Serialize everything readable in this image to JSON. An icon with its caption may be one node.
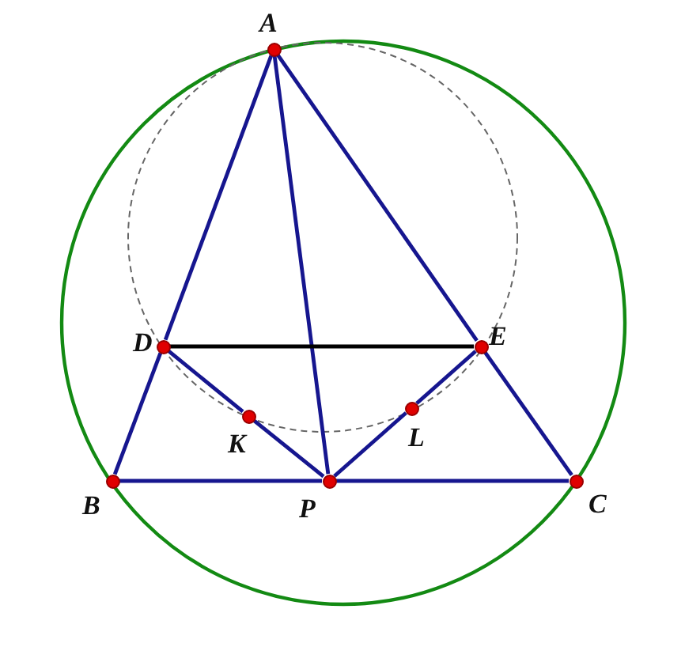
{
  "diagram": {
    "nodes": [
      {
        "text": [
          "A"
        ]
      },
      {
        "text": [
          "D"
        ]
      },
      {
        "text": [
          "E"
        ]
      },
      {
        "text": [
          "K"
        ]
      },
      {
        "text": [
          "L"
        ]
      },
      {
        "text": [
          "B"
        ]
      },
      {
        "text": [
          "P"
        ]
      },
      {
        "text": [
          "C"
        ]
      }
    ],
    "edges": [
      {
        "from": 0,
        "to": 1,
        "arrow": "none"
      },
      {
        "from": 1,
        "to": 5,
        "arrow": "none"
      },
      {
        "from": 0,
        "to": 2,
        "arrow": "none"
      },
      {
        "from": 2,
        "to": 7,
        "arrow": "none"
      },
      {
        "from": 0,
        "to": 6,
        "arrow": "none"
      },
      {
        "from": 1,
        "to": 2,
        "arrow": "none",
        "color": "#000000"
      },
      {
        "from": 1,
        "to": 3,
        "arrow": "none"
      },
      {
        "from": 3,
        "to": 6,
        "arrow": "none"
      },
      {
        "from": 6,
        "to": 4,
        "arrow": "none"
      },
      {
        "from": 4,
        "to": 2,
        "arrow": "none"
      },
      {
        "from": 5,
        "to": 6,
        "arrow": "none"
      },
      {
        "from": 6,
        "to": 7,
        "arrow": "none"
      }
    ]
  }
}
